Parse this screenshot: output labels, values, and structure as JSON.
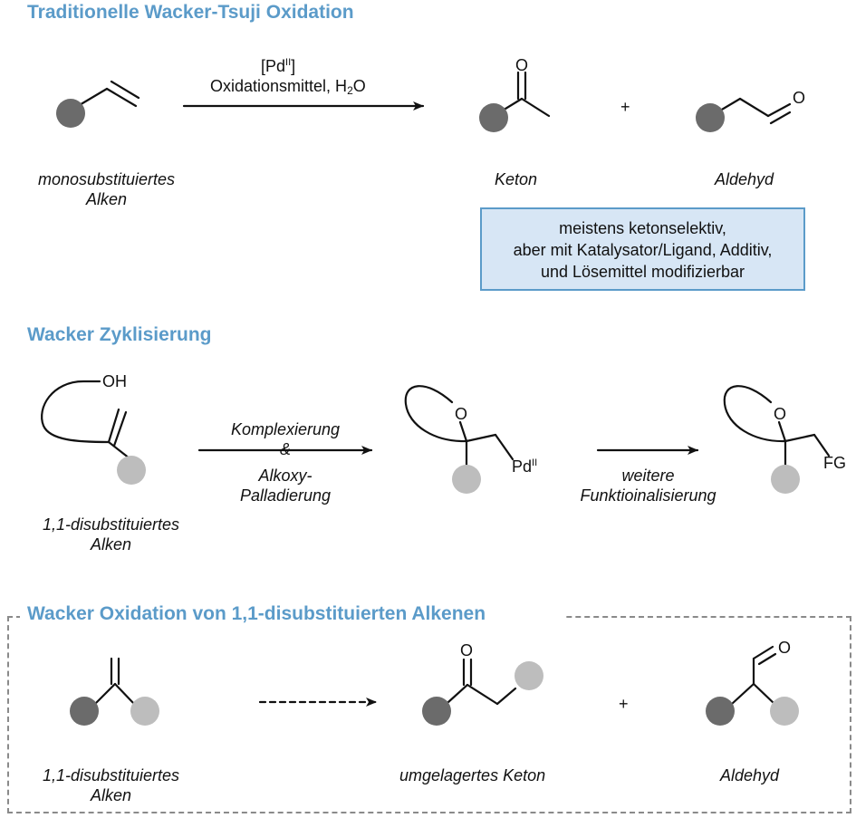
{
  "headings": {
    "traditional": "Traditionelle Wacker-Tsuji Oxidation",
    "cyclization": "Wacker Zyklisierung",
    "disubstituted": "Wacker Oxidation von 1,1-disubstituierten Alkenen"
  },
  "row1": {
    "reagent_catalyst": "[Pd",
    "reagent_catalyst_ox": "II",
    "reagent_catalyst_end": "]",
    "reagent_line2_a": "Oxidationsmittel, H",
    "reagent_line2_sub": "2",
    "reagent_line2_b": "O",
    "substrate_line1": "monosubstituiertes",
    "substrate_line2": "Alken",
    "product_ketone": "Keton",
    "product_aldehyde": "Aldehyd",
    "plus": "+",
    "ketone_O": "O",
    "aldehyde_O": "O",
    "note_line1": "meistens ketonselektiv,",
    "note_line2": "aber mit Katalysator/Ligand, Additiv,",
    "note_line3": "und Lösemittel modifizierbar"
  },
  "row2": {
    "oh_label": "OH",
    "substrate_line1": "1,1-disubstituiertes",
    "substrate_line2": "Alken",
    "arrow1_line1": "Komplexierung",
    "arrow1_line2": "&",
    "arrow1_line3": "Alkoxy-",
    "arrow1_line4": "Palladierung",
    "ring_O_1": "O",
    "pd_label": "Pd",
    "pd_ox": "II",
    "arrow2_line1": "weitere",
    "arrow2_line2": "Funktioinalisierung",
    "ring_O_2": "O",
    "fg_label": "FG"
  },
  "row3": {
    "substrate_line1": "1,1-disubstituiertes",
    "substrate_line2": "Alken",
    "product_ketone": "umgelagertes Keton",
    "product_aldehyde": "Aldehyd",
    "plus": "+",
    "ketone_O": "O",
    "aldehyde_O": "O"
  },
  "colors": {
    "heading": "#5b9bc9",
    "box_fill": "#d7e6f5",
    "box_border": "#5b9bc9",
    "dark_substituent": "#6b6b6b",
    "light_substituent": "#bdbdbd",
    "frame": "#8a8a8a"
  }
}
